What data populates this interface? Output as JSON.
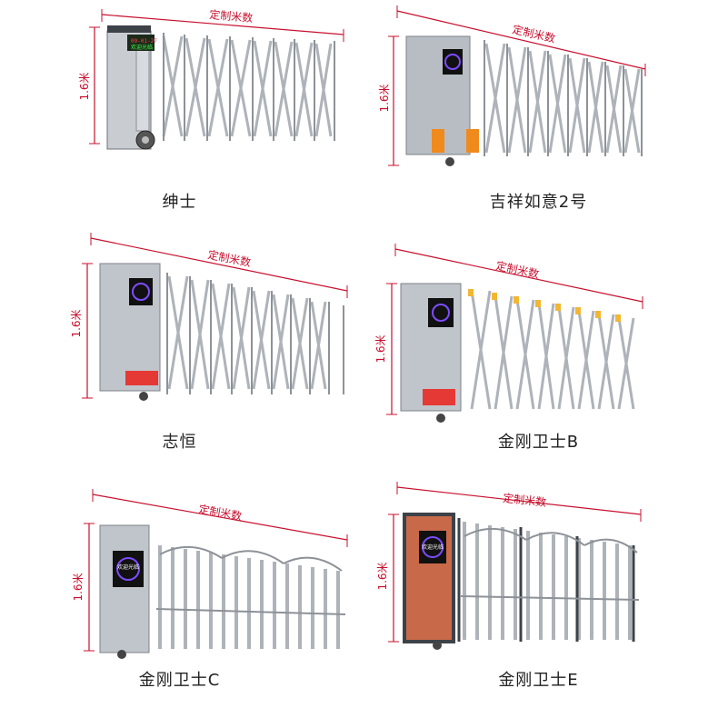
{
  "dimension_labels": {
    "length": "定制米数",
    "height": "1.6米"
  },
  "products": [
    {
      "name": "绅士",
      "display": [
        "09-01-27",
        "欢迎光临"
      ]
    },
    {
      "name": "吉祥如意2号"
    },
    {
      "name": "志恒"
    },
    {
      "name": "金刚卫士B"
    },
    {
      "name": "金刚卫士C",
      "display": [
        "欢迎光临"
      ]
    },
    {
      "name": "金刚卫士E",
      "display": [
        "欢迎光临"
      ]
    }
  ],
  "colors": {
    "dimension_line": "#c8102e",
    "frame": "#b9bec4",
    "frame_dark": "#7d8288",
    "accent_orange": "#f08a1c",
    "accent_red": "#e53935",
    "panel_brick": "#c86a4a"
  }
}
